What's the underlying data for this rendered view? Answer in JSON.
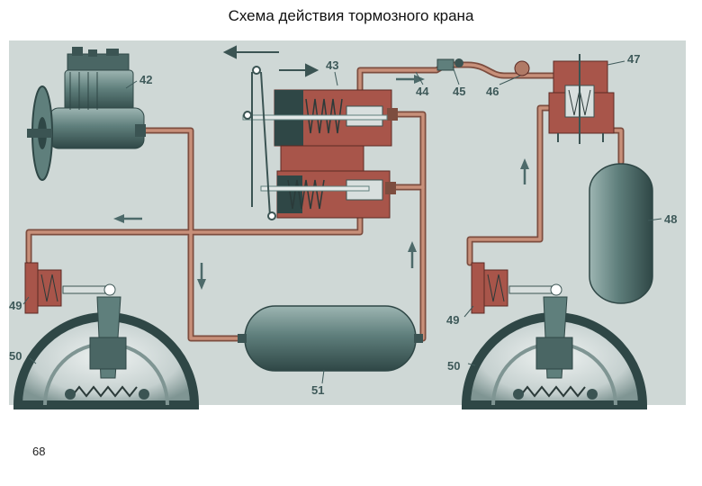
{
  "title": "Схема действия тормозного крана",
  "page_number": "68",
  "colors": {
    "background_panel": "#cfd8d6",
    "pipe": "#b07a66",
    "pipe_dark": "#7d4d3f",
    "steel": "#5f7f7c",
    "steel_dark": "#3b5453",
    "valve_red": "#a8554a",
    "label": "#3f5a5a",
    "arrow": "#4d6a6a"
  },
  "labels": {
    "compressor": "42",
    "brake_valve": "43",
    "pipe_44": "44",
    "fitting_45": "45",
    "fitting_46": "46",
    "relay_valve": "47",
    "trailer_tank": "48",
    "chamber_left": "49",
    "chamber_right": "49",
    "drum_left": "50",
    "drum_right": "50",
    "main_tank": "51"
  }
}
